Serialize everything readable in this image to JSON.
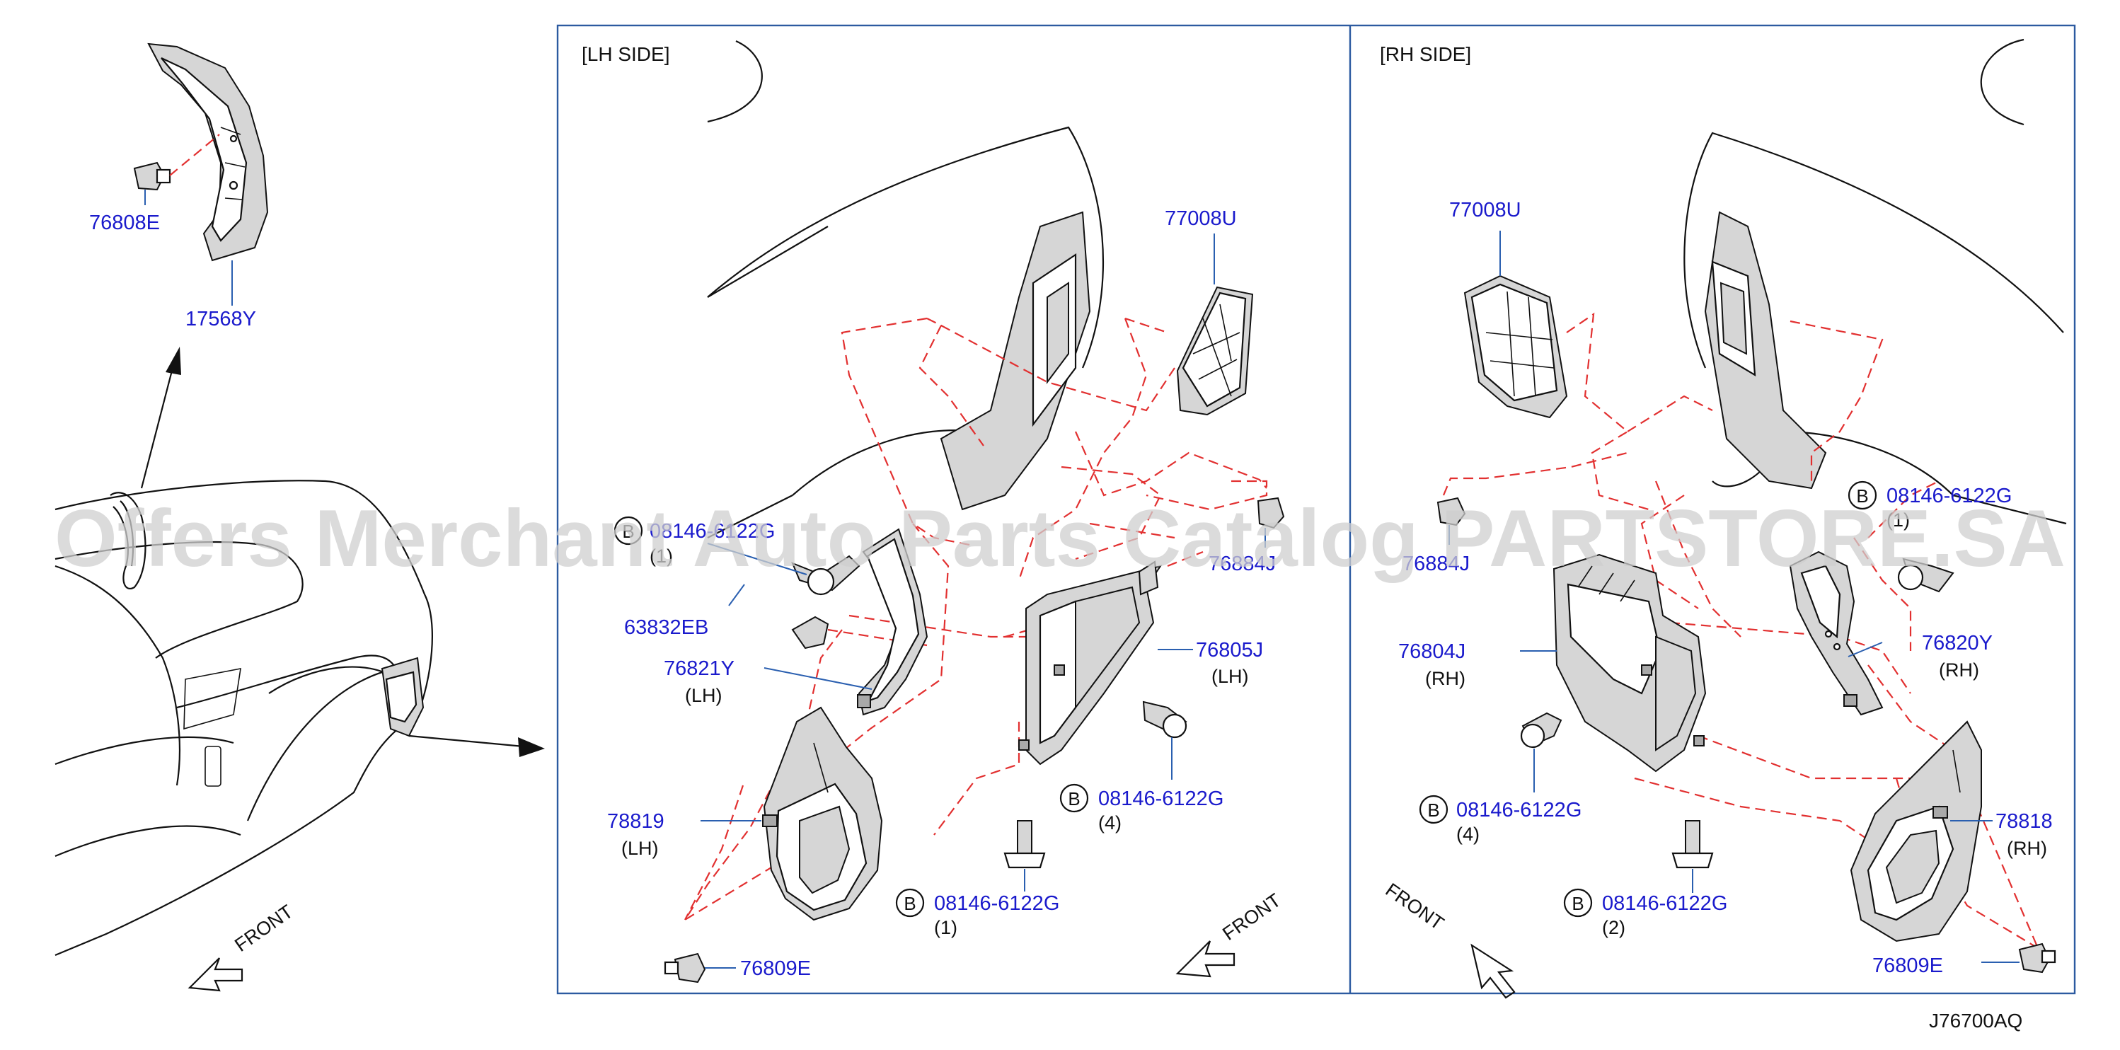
{
  "panels": {
    "left_header": "[LH    SIDE]",
    "right_header": "[RH    SIDE]"
  },
  "watermark": "Offers Merchant Auto Parts Catalog PARTSTORE.SA",
  "diagram_id": "J76700AQ",
  "front_labels": {
    "overview": "FRONT",
    "lh": "FRONT",
    "rh": "FRONT"
  },
  "bolt_symbol": "B",
  "overview_parts": [
    {
      "number": "76808E"
    },
    {
      "number": "17568Y"
    }
  ],
  "lh_parts": {
    "p77008u": {
      "number": "77008U"
    },
    "p08146_top": {
      "number": "08146-6122G",
      "qty": "(1)"
    },
    "p63832eb": {
      "number": "63832EB"
    },
    "p76821y": {
      "number": "76821Y",
      "side": "(LH)"
    },
    "p76805j": {
      "number": "76805J",
      "side": "(LH)"
    },
    "p76884": {
      "number": "76884J"
    },
    "p08146_mid": {
      "number": "08146-6122G",
      "qty": "(4)"
    },
    "p78819": {
      "number": "78819",
      "side": "(LH)"
    },
    "p08146_bot": {
      "number": "08146-6122G",
      "qty": "(1)"
    },
    "p76809e": {
      "number": "76809E"
    }
  },
  "rh_parts": {
    "p77008u": {
      "number": "77008U"
    },
    "p08146_top": {
      "number": "08146-6122G",
      "qty": "(1)"
    },
    "p76884": {
      "number": "76884J"
    },
    "p76804j": {
      "number": "76804J",
      "side": "(RH)"
    },
    "p76820y": {
      "number": "76820Y",
      "side": "(RH)"
    },
    "p08146_mid": {
      "number": "08146-6122G",
      "qty": "(4)"
    },
    "p08146_bot": {
      "number": "08146-6122G",
      "qty": "(2)"
    },
    "p78818": {
      "number": "78818",
      "side": "(RH)"
    },
    "p76809e": {
      "number": "76809E"
    }
  },
  "colors": {
    "part_number": "#1a1acc",
    "leader": "#2a5fb0",
    "dashed_guide": "#e23030",
    "frame": "#2c5aa0"
  },
  "icons": [
    "front-arrow-icon",
    "bolt-b-icon",
    "clip-icon",
    "bolt-icon"
  ]
}
